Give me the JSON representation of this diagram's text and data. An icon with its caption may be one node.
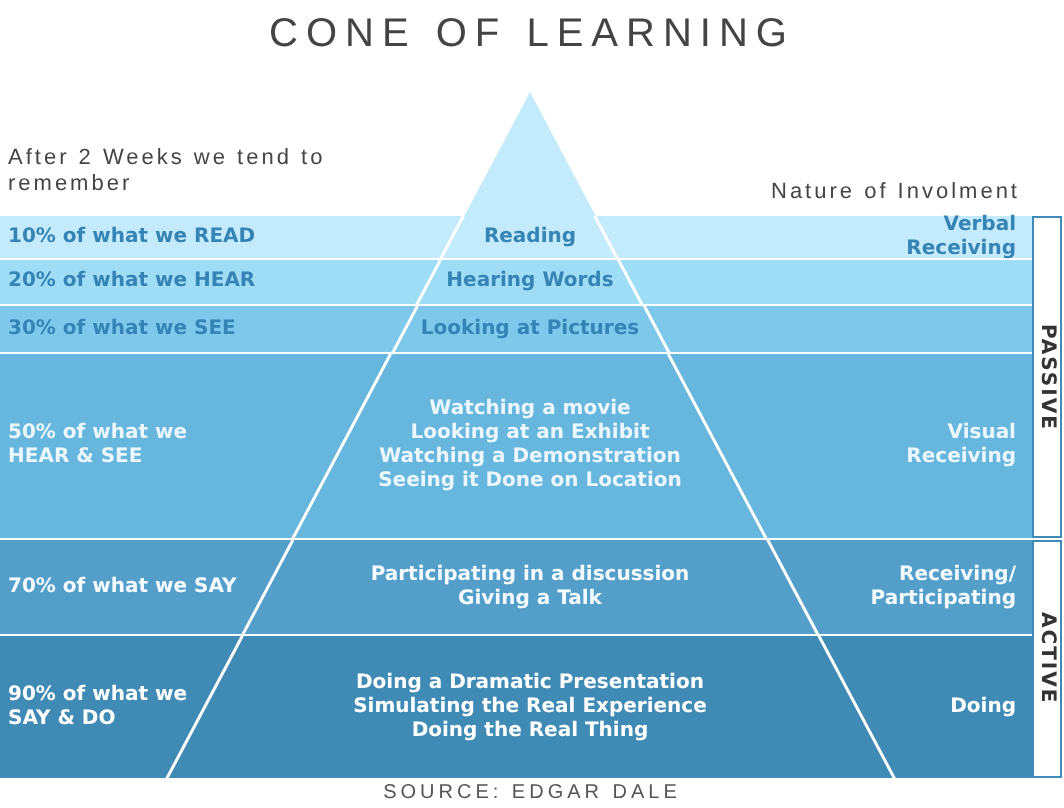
{
  "diagram": {
    "title": "CONE OF LEARNING",
    "caption": "SOURCE: EDGAR DALE",
    "nodes": [
      {
        "text": [
          "10% of what we READ",
          "Verbal Receiving"
        ]
      },
      {
        "text": [
          "Reading"
        ],
        "in": 0
      },
      {
        "text": [
          "20% of what we HEAR"
        ]
      },
      {
        "text": [
          "Hearing Words"
        ],
        "in": 2
      },
      {
        "text": [
          "30% of what we SEE"
        ]
      },
      {
        "text": [
          "Looking at Pictures"
        ],
        "in": 4
      },
      {
        "text": [
          "50% of what we HEAR & SEE",
          "Visual Receiving"
        ]
      },
      {
        "text": [
          "Watching a movie",
          "Looking at an Exhibit",
          "Watching a Demonstration",
          "Seeing it Done on Location"
        ],
        "in": 6
      },
      {
        "text": [
          "70% of what we SAY",
          "Receiving/ Participating"
        ]
      },
      {
        "text": [
          "Participating in a discussion",
          "Giving a Talk"
        ],
        "in": 8
      },
      {
        "text": [
          "90% of what we SAY & DO",
          "Doing"
        ]
      },
      {
        "text": [
          "Doing a Dramatic Presentation",
          "Simulating the Real Experience",
          "Doing the Real Thing"
        ],
        "in": 10
      },
      {
        "text": [
          "PASSIVE"
        ]
      },
      {
        "text": [
          "ACTIVE"
        ]
      }
    ],
    "labels": [
      "After 2 Weeks we tend to remember",
      "Nature of Involment"
    ]
  }
}
